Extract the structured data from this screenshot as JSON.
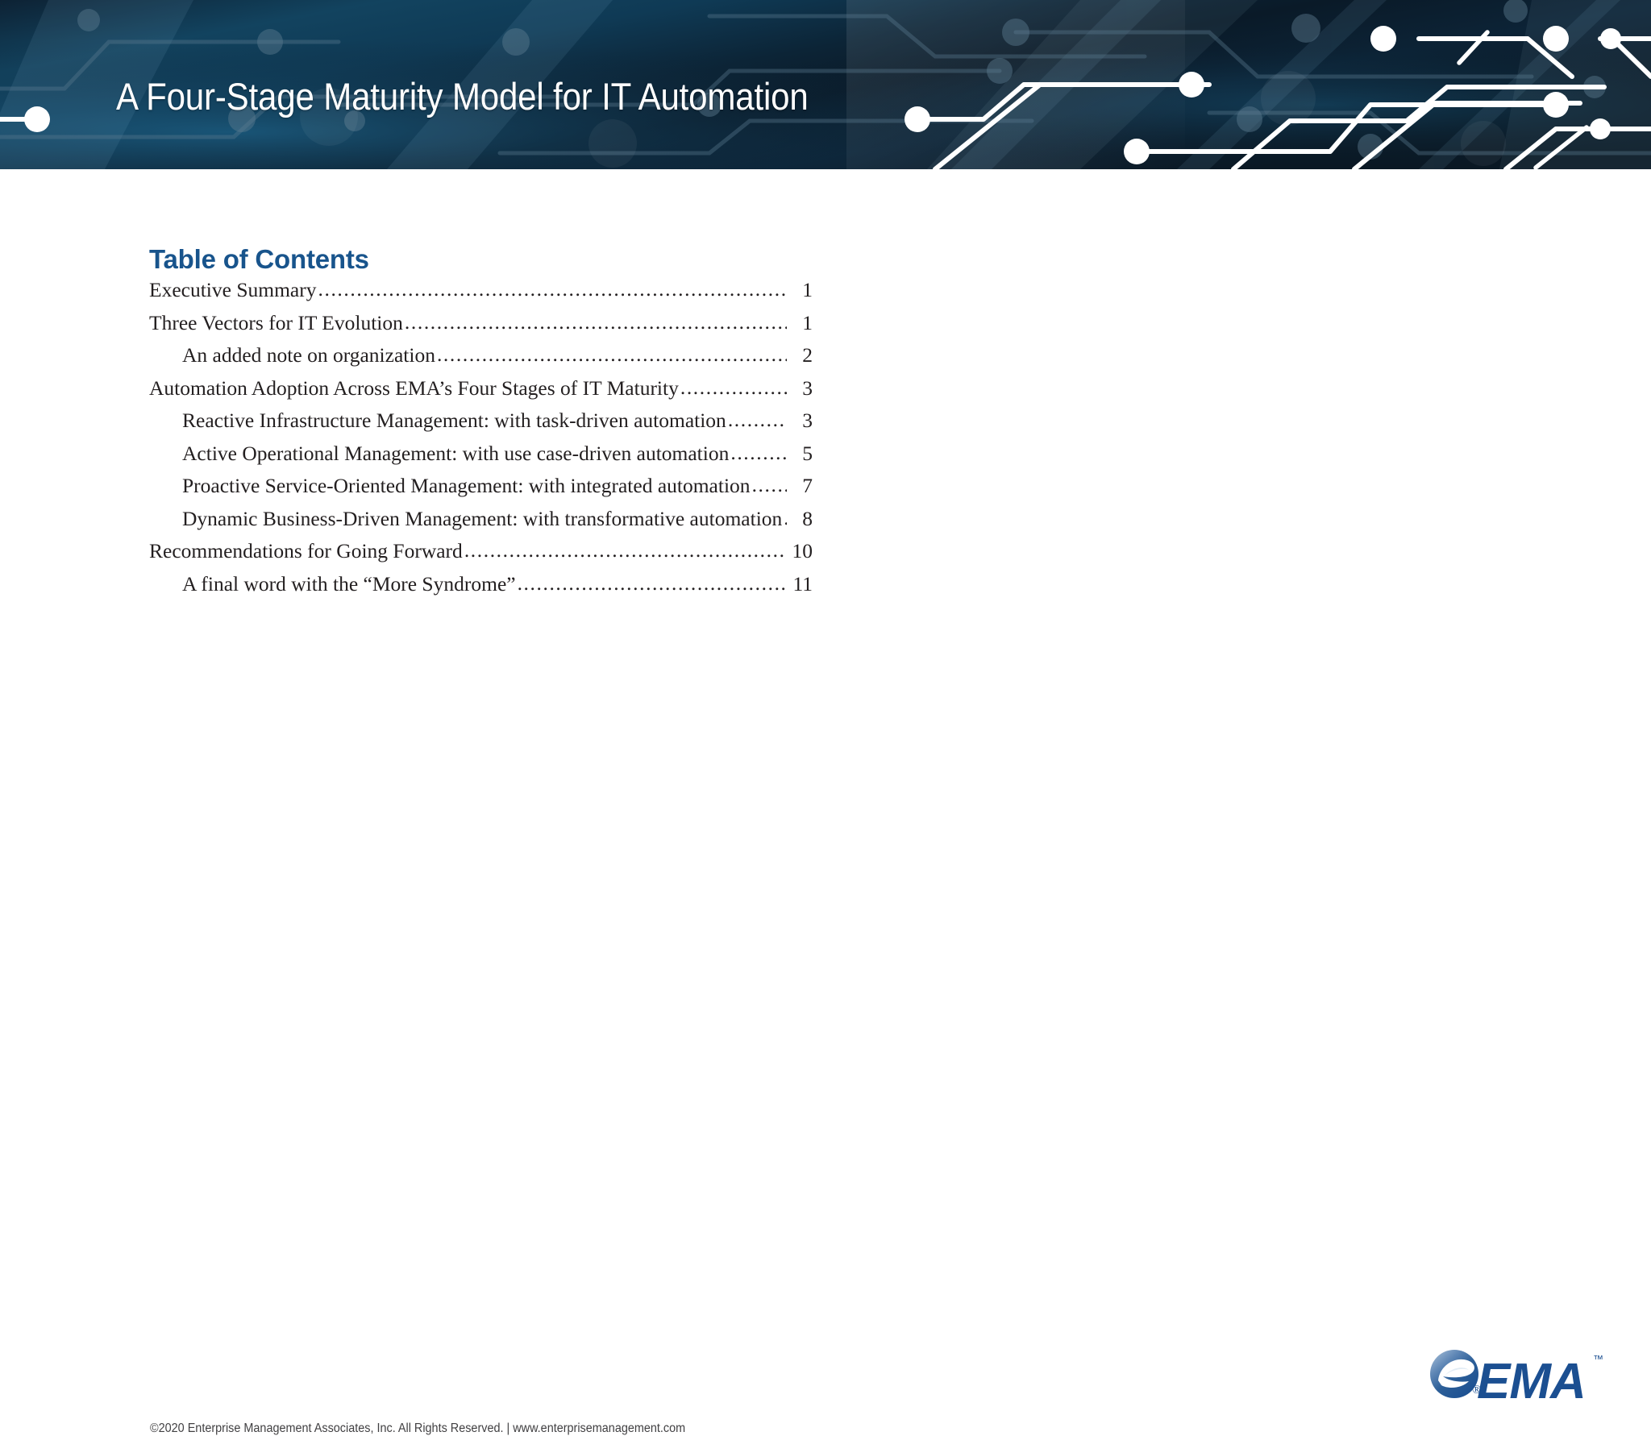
{
  "document": {
    "header": {
      "title": "A Four-Stage Maturity Model for IT Automation",
      "background_color": "#0b1a26",
      "accent_color": "#ffffff"
    },
    "toc": {
      "heading": "Table of Contents",
      "heading_color": "#18548c",
      "entries": [
        {
          "label": "Executive Summary",
          "page": "1",
          "level": 1
        },
        {
          "label": "Three Vectors for IT Evolution",
          "page": "1",
          "level": 1
        },
        {
          "label": "An added note on organization",
          "page": "2",
          "level": 2
        },
        {
          "label": "Automation Adoption Across EMA’s Four Stages of IT Maturity",
          "page": "3",
          "level": 1
        },
        {
          "label": "Reactive Infrastructure Management: with task-driven automation",
          "page": "3",
          "level": 2
        },
        {
          "label": "Active Operational Management: with use case-driven automation",
          "page": "5",
          "level": 2
        },
        {
          "label": "Proactive Service-Oriented Management: with integrated automation",
          "page": "7",
          "level": 2
        },
        {
          "label": "Dynamic Business-Driven Management: with transformative automation",
          "page": "8",
          "level": 2
        },
        {
          "label": "Recommendations for Going Forward",
          "page": "10",
          "level": 1
        },
        {
          "label": "A final word with the “More Syndrome”",
          "page": "11",
          "level": 2
        }
      ],
      "leader": "......................................................................................................................................................"
    },
    "footer": {
      "copyright": "©2020 Enterprise Management Associates, Inc. All Rights Reserved. | www.enterprisemanagement.com",
      "logo": {
        "wordmark": "EMA",
        "trademark": "™",
        "registered": "®",
        "color": "#1b4f91"
      }
    }
  }
}
